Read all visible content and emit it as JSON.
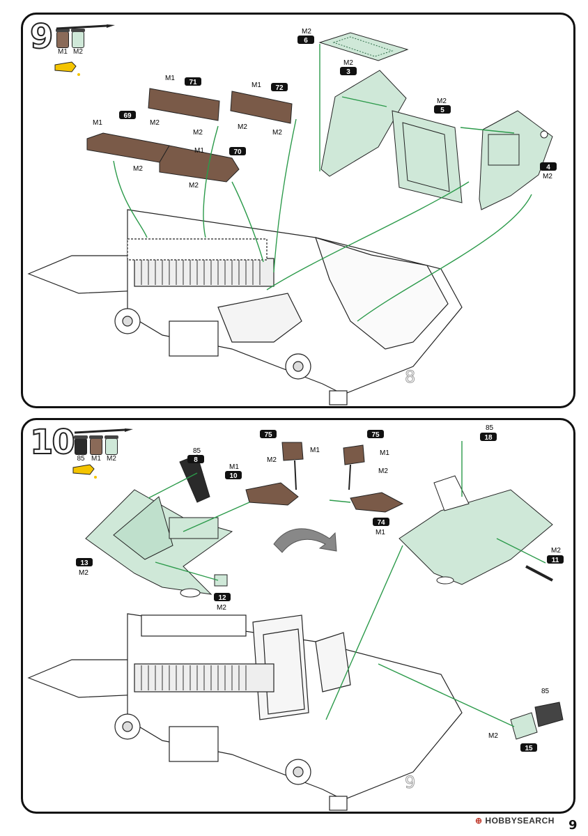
{
  "steps": [
    {
      "number": "9",
      "paints": [
        {
          "code": "M1",
          "color": "#8a6a58"
        },
        {
          "code": "M2",
          "color": "#cfe8d8"
        }
      ],
      "parts": {
        "p6": {
          "num": "6",
          "paint": "M2"
        },
        "p3": {
          "num": "3",
          "paint": "M2"
        },
        "p71": {
          "num": "71",
          "paint": "M1",
          "sub": "M2"
        },
        "p72": {
          "num": "72",
          "paint": "M1",
          "sub": "M2"
        },
        "p69": {
          "num": "69",
          "paint": "M1",
          "sub": "M2"
        },
        "p70": {
          "num": "70",
          "paint": "M1",
          "sub": "M2"
        },
        "p5": {
          "num": "5",
          "paint": "M2"
        },
        "p4": {
          "num": "4",
          "paint": "M2"
        }
      },
      "ref": "8"
    },
    {
      "number": "10",
      "paints": [
        {
          "code": "85",
          "color": "#2a2a2a"
        },
        {
          "code": "M1",
          "color": "#8a6a58"
        },
        {
          "code": "M2",
          "color": "#cfe8d8"
        }
      ],
      "parts": {
        "p8": {
          "num": "8",
          "paint": "85"
        },
        "p10": {
          "num": "10",
          "paint": "M1"
        },
        "p75a": {
          "num": "75",
          "paint": "M1",
          "sub": "M2"
        },
        "p75b": {
          "num": "75",
          "paint": "M1",
          "sub": "M2"
        },
        "p74": {
          "num": "74",
          "paint": "M1"
        },
        "p18": {
          "num": "18",
          "paint": "85"
        },
        "p13": {
          "num": "13",
          "paint": "M2"
        },
        "p12": {
          "num": "12",
          "paint": "M2"
        },
        "p11": {
          "num": "11",
          "paint": "M2"
        },
        "p15": {
          "num": "15",
          "paint": "85",
          "sub": "M2"
        }
      },
      "ref": "9"
    }
  ],
  "footer": {
    "logo_a": "HOBBY",
    "logo_b": "SEARCH",
    "page": "9"
  },
  "colors": {
    "brown": "#7a5a48",
    "mint": "#cfe8d8",
    "arrow": "#2b9a4a",
    "badge": "#111111"
  }
}
